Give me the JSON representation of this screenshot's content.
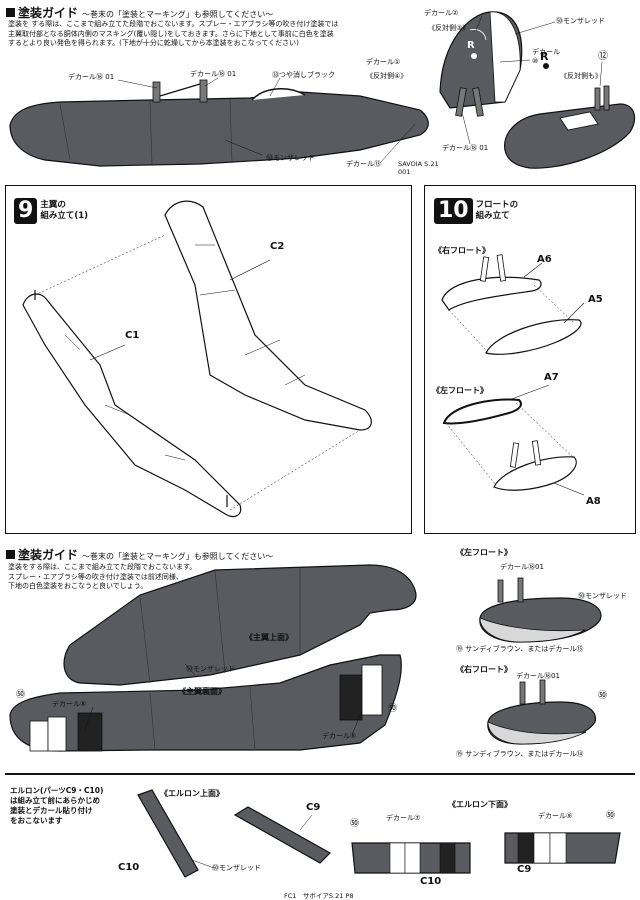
{
  "guide_top": {
    "title": "塗装ガイド",
    "subtitle": "～巻末の「塗装とマーキング」も参照してください～",
    "note": "塗装を する際は、ここまで組み立てた段階でおこないます。スプレー・エアブラシ等の吹き付け塗装では\n主翼取付部となる胴体内側のマスキング(覆い隠し)をしておきます。さらに下地として事前に白色を塗装\nするとより良い発色を得られます。(下地が十分に乾燥してから本塗装をおこなってください)",
    "labels": {
      "decal18_a": "デカール",
      "decal18_a_num": "⑱",
      "decal18_a_sfx": "01",
      "decal18_b": "デカール",
      "decal18_b_num": "⑱",
      "decal18_b_sfx": "01",
      "c53": "㉝",
      "c53_text": "つや消しブラック",
      "c68_body": "㊿",
      "c68_body_text": "モンザレッド",
      "decal13": "デカール",
      "decal13_num": "⑬",
      "decal18_c": "デカール",
      "decal18_c_num": "⑱",
      "decal18_c_sfx": "01",
      "decal2": "デカール",
      "decal2_num": "②",
      "decal2_opp": "《反対側",
      "decal2_opp_num": "③",
      "decal2_opp_end": "》",
      "decal1": "デカール",
      "decal1_num": "①",
      "decal1_opp": "《反対側",
      "decal1_opp_num": "④",
      "decal1_opp_end": "》",
      "c68_tail": "㊿",
      "c68_tail_text": "モンザレッド",
      "decal10": "デカール",
      "decal10_num": "⑩",
      "decal10_opp": "《反対側も》",
      "decal12_num": "⑫",
      "savoia": "SAVOIA S.21",
      "savoia2": "001"
    }
  },
  "step9": {
    "num": "9",
    "title": "主翼の\n組み立て(1)",
    "parts": [
      "C1",
      "C2"
    ]
  },
  "step10": {
    "num": "10",
    "title": "フロートの\n組み立て",
    "right_float": "《右フロート》",
    "left_float": "《左フロート》",
    "parts": [
      "A6",
      "A5",
      "A7",
      "A8"
    ]
  },
  "guide_bottom": {
    "title": "塗装ガイド",
    "subtitle": "～巻末の「塗装とマーキング」も参照してください～",
    "note": "塗装をする際は、ここまで組み立てた段階でおこないます。\nスプレー・エアブラシ等の吹き付け塗装では前述同様、\n下地の白色塗装をおこなうと良いでしょう。",
    "upper": "《主翼上面》",
    "lower": "《主翼裏面》",
    "c68_wing": "㊿",
    "c68_wing_text": "モンザレッド",
    "c68_left": "㊿",
    "decal8": "デカール",
    "decal8_num": "⑧",
    "decal6": "デカール",
    "decal6_num": "⑥",
    "c68_right": "㊿",
    "left_float_title": "《左フロート》",
    "lf_decal": "デカール",
    "lf_decal_num": "⑱",
    "lf_decal_sfx": "01",
    "lf_c68": "㊿",
    "lf_c68_text": "モンザレッド",
    "lf_c19": "⑲",
    "lf_c19_text": "サンディブラウン、またはデカール",
    "lf_c19_num": "⑮",
    "right_float_title": "《右フロート》",
    "rf_decal": "デカール",
    "rf_decal_num": "⑱",
    "rf_decal_sfx": "01",
    "rf_c68": "㊿",
    "rf_c19": "⑲",
    "rf_c19_text": "サンディブラウン、またはデカール",
    "rf_c19_num": "⑭"
  },
  "aileron": {
    "note": "エルロン(パーツC9・C10)\nは組み立て前にあらかじめ\n塗装とデカール貼り付け\nをおこないます",
    "upper_title": "《エルロン上面》",
    "lower_title": "《エルロン下面》",
    "c9_up": "C9",
    "c10_up": "C10",
    "c68_up": "㊿",
    "c68_up_text": "モンザレッド",
    "decal7": "デカール",
    "decal7_num": "⑦",
    "decal9": "デカール",
    "decal9_num": "⑨",
    "c68_l1": "㊿",
    "c68_l2": "㊿",
    "c10_low": "C10",
    "c9_low": "C9"
  },
  "footer": "FC1　サボイアS.21 P8",
  "colors": {
    "paint": "#595b60",
    "ink": "#111111",
    "white": "#ffffff"
  }
}
